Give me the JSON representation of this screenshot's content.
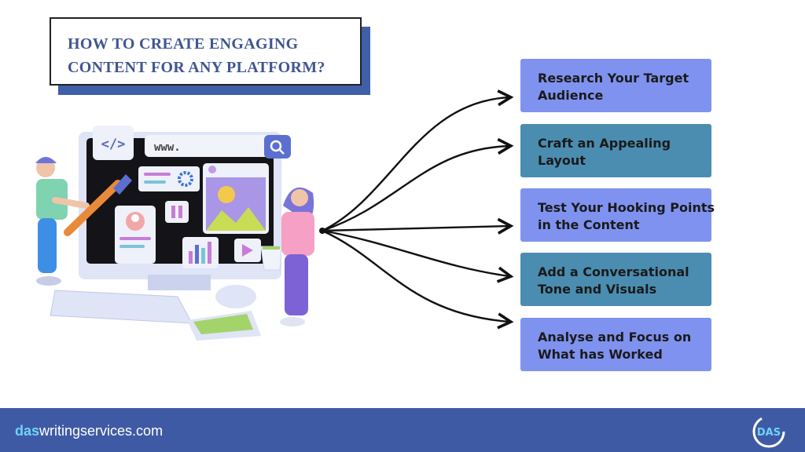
{
  "title": {
    "line1": "HOW TO CREATE ENGAGING",
    "line2": "CONTENT FOR ANY PLATFORM?"
  },
  "illustration": {
    "browser_address": "www."
  },
  "steps": [
    {
      "line1": "Research Your Target",
      "line2": "Audience",
      "color": "#7f92ef"
    },
    {
      "line1": "Craft an Appealing",
      "line2": "Layout",
      "color": "#4a8db1"
    },
    {
      "line1": "Test Your Hooking Points",
      "line2": "in the Content",
      "color": "#7f92ef"
    },
    {
      "line1": "Add a Conversational",
      "line2": "Tone and Visuals",
      "color": "#4a8db1"
    },
    {
      "line1": "Analyse and Focus on",
      "line2": "What has Worked",
      "color": "#7f92ef"
    }
  ],
  "footer": {
    "brand_bold": "das",
    "brand_rest": "writingservices.com",
    "color": "#3f5aa5"
  },
  "logo": {
    "text": "DAS"
  }
}
